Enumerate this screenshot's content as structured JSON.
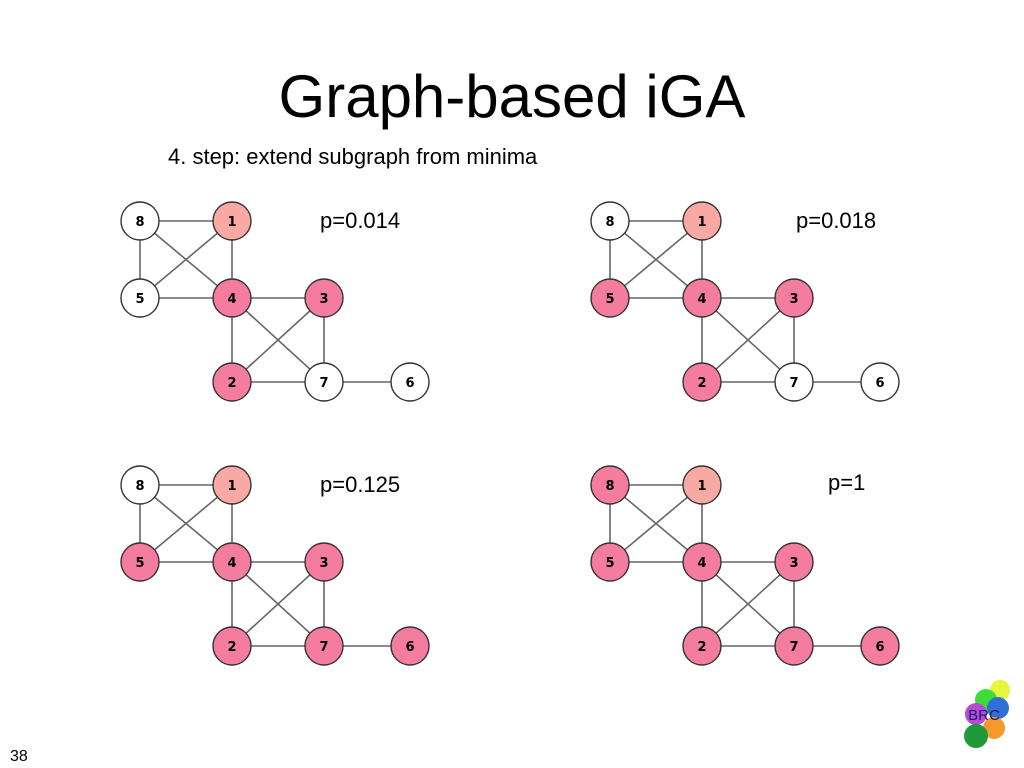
{
  "slide": {
    "title": "Graph-based iGA",
    "subtitle": "4. step: extend subgraph from minima",
    "slide_number": "38"
  },
  "colors": {
    "selected": "#f47c9f",
    "minimum": "#f9a9a4",
    "unselected": "#ffffff",
    "edge": "#666666",
    "outline": "#333333"
  },
  "nodes": [
    "8",
    "1",
    "5",
    "4",
    "3",
    "2",
    "7",
    "6"
  ],
  "edges": [
    [
      "8",
      "1"
    ],
    [
      "8",
      "5"
    ],
    [
      "8",
      "4"
    ],
    [
      "1",
      "5"
    ],
    [
      "1",
      "4"
    ],
    [
      "5",
      "4"
    ],
    [
      "4",
      "3"
    ],
    [
      "4",
      "2"
    ],
    [
      "4",
      "7"
    ],
    [
      "3",
      "2"
    ],
    [
      "3",
      "7"
    ],
    [
      "2",
      "7"
    ],
    [
      "7",
      "6"
    ]
  ],
  "graphs": [
    {
      "p": "p=0.014",
      "states": {
        "8": "unselected",
        "1": "minimum",
        "5": "unselected",
        "4": "selected",
        "3": "selected",
        "2": "selected",
        "7": "unselected",
        "6": "unselected"
      }
    },
    {
      "p": "p=0.018",
      "states": {
        "8": "unselected",
        "1": "minimum",
        "5": "selected",
        "4": "selected",
        "3": "selected",
        "2": "selected",
        "7": "unselected",
        "6": "unselected"
      }
    },
    {
      "p": "p=0.125",
      "states": {
        "8": "unselected",
        "1": "minimum",
        "5": "selected",
        "4": "selected",
        "3": "selected",
        "2": "selected",
        "7": "selected",
        "6": "selected"
      }
    },
    {
      "p": "p=1",
      "states": {
        "8": "selected",
        "1": "minimum",
        "5": "selected",
        "4": "selected",
        "3": "selected",
        "2": "selected",
        "7": "selected",
        "6": "selected"
      }
    }
  ],
  "logo": {
    "text": "BRC"
  }
}
